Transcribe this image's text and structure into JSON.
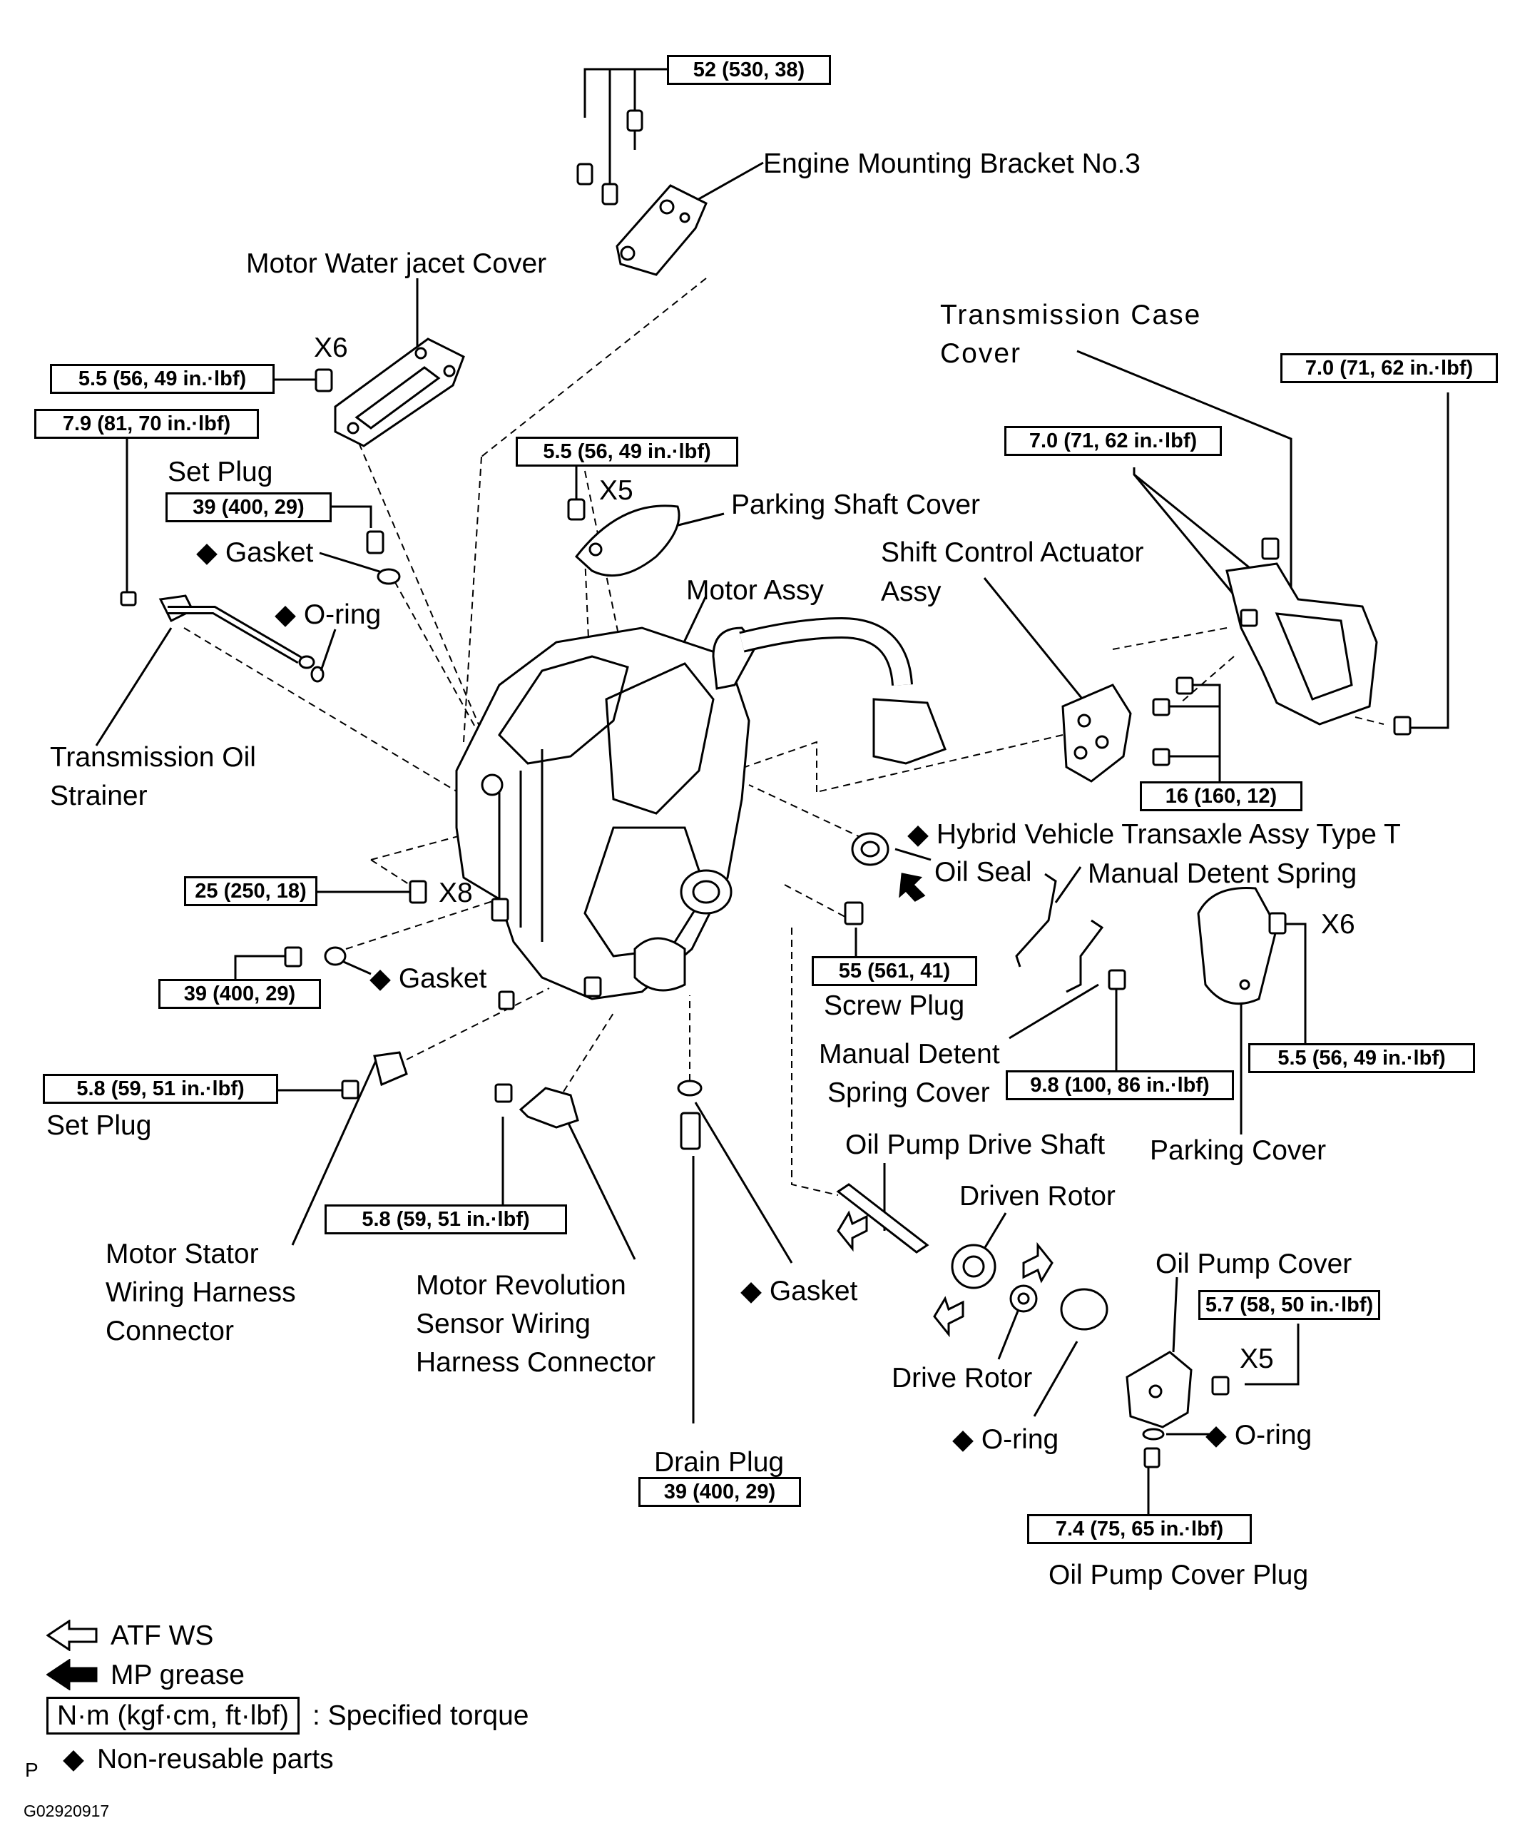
{
  "torque_specs": [
    {
      "id": "t1",
      "text": "52 (530, 38)"
    },
    {
      "id": "t2",
      "text": "5.5 (56, 49 in.·lbf)"
    },
    {
      "id": "t3",
      "text": "7.9 (81, 70 in.·lbf)"
    },
    {
      "id": "t4",
      "text": "39 (400, 29)"
    },
    {
      "id": "t5",
      "text": "5.5 (56, 49 in.·lbf)"
    },
    {
      "id": "t6",
      "text": "7.0 (71, 62 in.·lbf)"
    },
    {
      "id": "t7",
      "text": "7.0 (71, 62 in.·lbf)"
    },
    {
      "id": "t8",
      "text": "16 (160, 12)"
    },
    {
      "id": "t9",
      "text": "25 (250, 18)"
    },
    {
      "id": "t10",
      "text": "39 (400, 29)"
    },
    {
      "id": "t11",
      "text": "55 (561, 41)"
    },
    {
      "id": "t12",
      "text": "5.5 (56, 49 in.·lbf)"
    },
    {
      "id": "t13",
      "text": "5.8 (59, 51 in.·lbf)"
    },
    {
      "id": "t14",
      "text": "9.8 (100, 86 in.·lbf)"
    },
    {
      "id": "t15",
      "text": "5.8 (59, 51 in.·lbf)"
    },
    {
      "id": "t16",
      "text": "5.7 (58, 50 in.·lbf)"
    },
    {
      "id": "t17",
      "text": "39 (400, 29)"
    },
    {
      "id": "t18",
      "text": "7.4 (75, 65 in.·lbf)"
    }
  ],
  "labels": {
    "engine_mounting_bracket": "Engine Mounting Bracket No.3",
    "motor_water_jacket_cover": "Motor Water jacet Cover",
    "transmission_case_cover_1": "Transmission  Case",
    "transmission_case_cover_2": "Cover",
    "set_plug_upper": "Set Plug",
    "gasket_upper": "Gasket",
    "o_ring_upper": "O-ring",
    "parking_shaft_cover": "Parking Shaft Cover",
    "shift_control_actuator_1": "Shift Control Actuator",
    "shift_control_actuator_2": "Assy",
    "motor_assy": "Motor Assy",
    "transmission_oil_strainer_1": "Transmission Oil",
    "transmission_oil_strainer_2": "Strainer",
    "hybrid_vehicle_transaxle": "Hybrid Vehicle Transaxle Assy Type T",
    "oil_seal": "Oil Seal",
    "manual_detent_spring": "Manual Detent Spring",
    "gasket_middle": "Gasket",
    "screw_plug": "Screw Plug",
    "manual_detent_spring_cover_1": "Manual Detent",
    "manual_detent_spring_cover_2": "Spring Cover",
    "set_plug_lower": "Set Plug",
    "parking_cover": "Parking Cover",
    "oil_pump_drive_shaft": "Oil Pump Drive Shaft",
    "driven_rotor": "Driven Rotor",
    "motor_stator_1": "Motor Stator",
    "motor_stator_2": "Wiring Harness",
    "motor_stator_3": "Connector",
    "motor_revolution_1": "Motor Revolution",
    "motor_revolution_2": "Sensor Wiring",
    "motor_revolution_3": "Harness Connector",
    "gasket_lower": "Gasket",
    "oil_pump_cover": "Oil Pump Cover",
    "drive_rotor": "Drive Rotor",
    "o_ring_lower_left": "O-ring",
    "o_ring_lower_right": "O-ring",
    "drain_plug": "Drain Plug",
    "oil_pump_cover_plug": "Oil Pump Cover Plug"
  },
  "quantities": {
    "q_water_jacket": "X6",
    "q_parking_shaft": "X5",
    "q_case_bolts": "X8",
    "q_parking_cover": "X6",
    "q_oil_pump_cover": "X5"
  },
  "legend": {
    "atf": "ATF WS",
    "mp_grease": "MP grease",
    "torque_unit": "N·m (kgf·cm, ft·lbf)",
    "torque_desc": ": Specified torque",
    "non_reusable": "Non-reusable  parts",
    "non_reusable_symbol": "◆",
    "corner_letter": "P",
    "figure_code": "G02920917"
  },
  "non_reusable_symbol": "◆",
  "colors": {
    "ink": "#000000",
    "paper": "#ffffff"
  }
}
